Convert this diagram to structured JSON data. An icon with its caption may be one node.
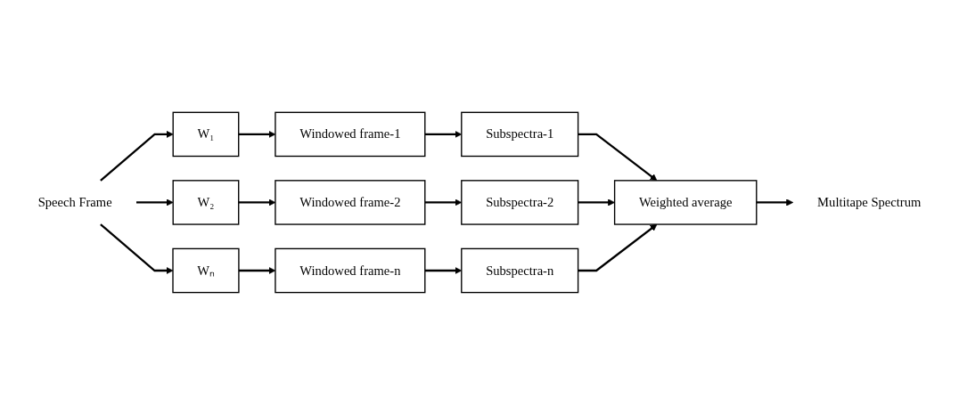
{
  "diagram": {
    "nodes": [
      {
        "text": [
          "Speech Frame"
        ]
      },
      {
        "text": [
          "W₁"
        ]
      },
      {
        "text": [
          "Windowed frame-1"
        ]
      },
      {
        "text": [
          "Subspectra-1"
        ]
      },
      {
        "text": [
          "W₂"
        ]
      },
      {
        "text": [
          "Windowed frame-2"
        ]
      },
      {
        "text": [
          "Subspectra-2"
        ]
      },
      {
        "text": [
          "Wₙ"
        ]
      },
      {
        "text": [
          "Windowed frame-n"
        ]
      },
      {
        "text": [
          "Subspectra-n"
        ]
      },
      {
        "text": [
          "Weighted average"
        ]
      },
      {
        "text": [
          "Multitape Spectrum"
        ]
      }
    ],
    "edges": [
      {
        "from": 0,
        "to": 1,
        "arrow": "to"
      },
      {
        "from": 0,
        "to": 4,
        "arrow": "to"
      },
      {
        "from": 0,
        "to": 7,
        "arrow": "to"
      },
      {
        "from": 1,
        "to": 2,
        "arrow": "to"
      },
      {
        "from": 2,
        "to": 3,
        "arrow": "to"
      },
      {
        "from": 4,
        "to": 5,
        "arrow": "to"
      },
      {
        "from": 5,
        "to": 6,
        "arrow": "to"
      },
      {
        "from": 7,
        "to": 8,
        "arrow": "to"
      },
      {
        "from": 8,
        "to": 9,
        "arrow": "to"
      },
      {
        "from": 3,
        "to": 10,
        "arrow": "to"
      },
      {
        "from": 6,
        "to": 10,
        "arrow": "to"
      },
      {
        "from": 9,
        "to": 10,
        "arrow": "to"
      },
      {
        "from": 10,
        "to": 11,
        "arrow": "to"
      }
    ]
  }
}
